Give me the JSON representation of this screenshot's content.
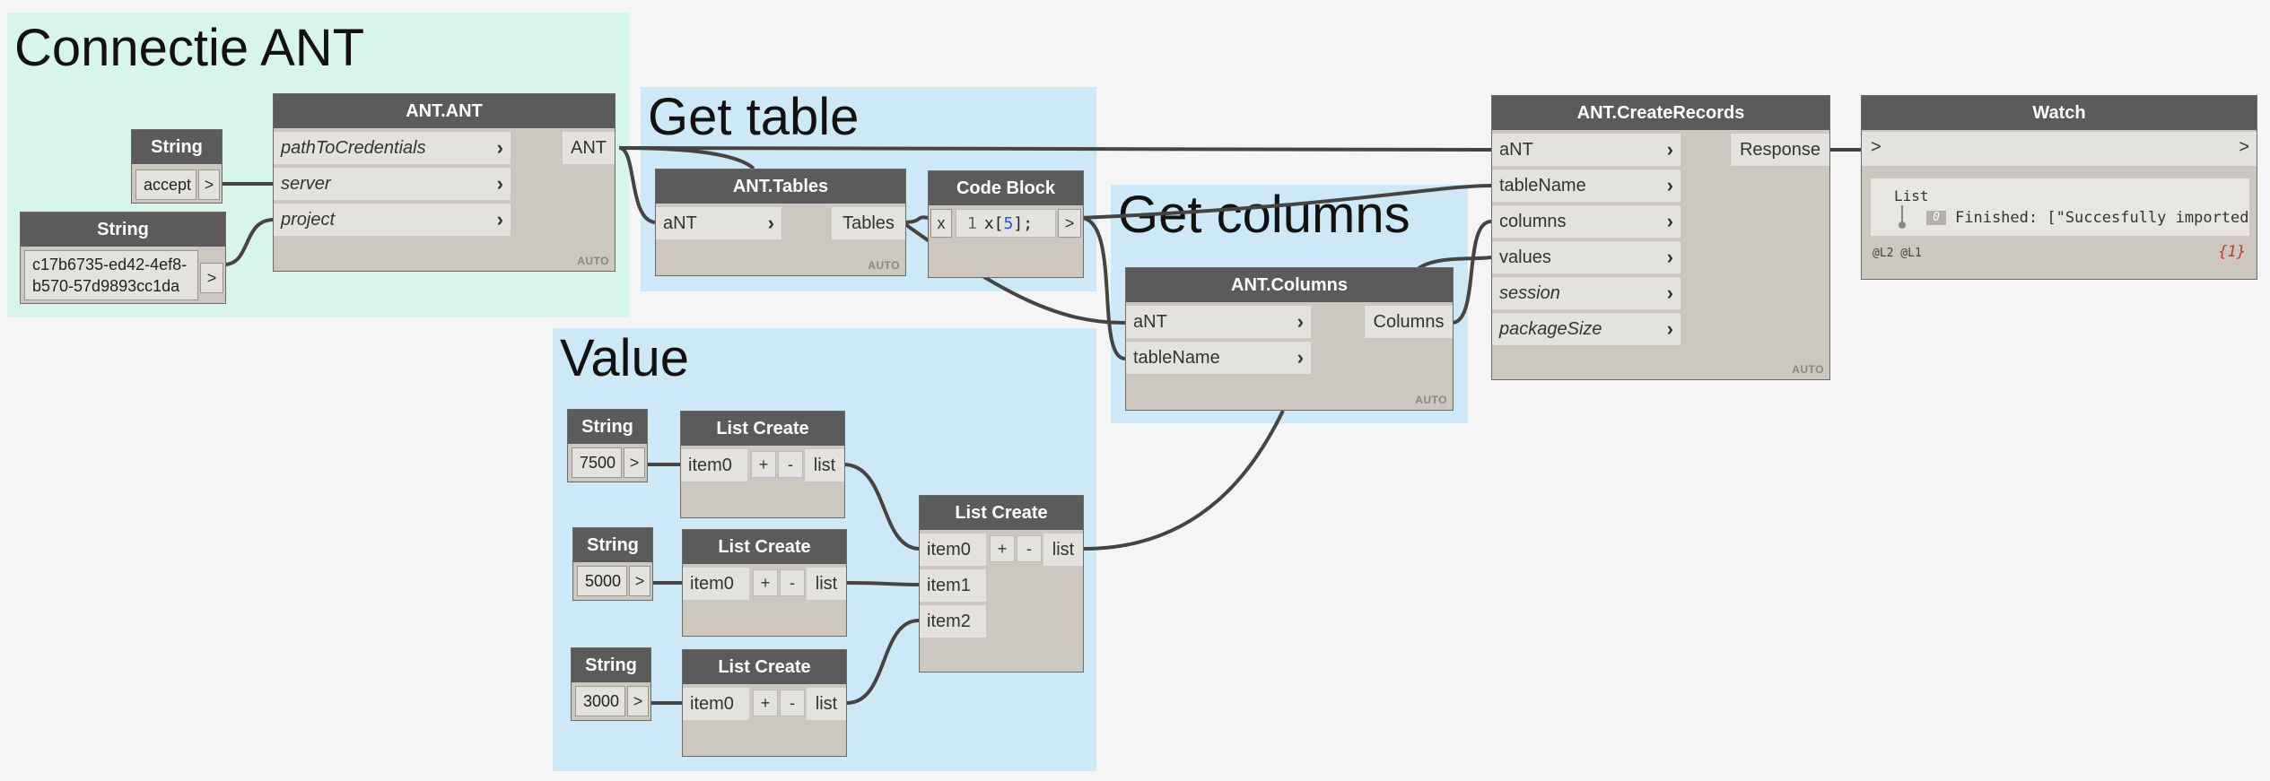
{
  "groups": {
    "connectie": {
      "title": "Connectie ANT",
      "color": "#d8f5eb"
    },
    "get_table": {
      "title": "Get table",
      "color": "#cde9f8"
    },
    "get_columns": {
      "title": "Get columns",
      "color": "#cde9f8"
    },
    "value": {
      "title": "Value",
      "color": "#cde9f8"
    }
  },
  "nodes": {
    "string_accept": {
      "title": "String",
      "value": "accept",
      "out": ">"
    },
    "string_guid": {
      "title": "String",
      "value_line1": "c17b6735-ed42-4ef8-",
      "value_line2": "b570-57d9893cc1da",
      "out": ">"
    },
    "ant_ant": {
      "title": "ANT.ANT",
      "inputs": [
        "pathToCredentials",
        "server",
        "project"
      ],
      "output": "ANT",
      "lacing": "AUTO"
    },
    "ant_tables": {
      "title": "ANT.Tables",
      "inputs": [
        "aNT"
      ],
      "output": "Tables",
      "lacing": "AUTO"
    },
    "code_block": {
      "title": "Code Block",
      "x_label": "x",
      "line_no": "1",
      "code_prefix": "x[",
      "code_index": "5",
      "code_suffix": "];",
      "out": ">"
    },
    "ant_columns": {
      "title": "ANT.Columns",
      "inputs": [
        "aNT",
        "tableName"
      ],
      "output": "Columns",
      "lacing": "AUTO"
    },
    "ant_create": {
      "title": "ANT.CreateRecords",
      "inputs": [
        "aNT",
        "tableName",
        "columns",
        "values",
        "session",
        "packageSize"
      ],
      "output": "Response",
      "lacing": "AUTO"
    },
    "watch": {
      "title": "Watch",
      "in": ">",
      "out": ">",
      "list_label": "List",
      "index": "0",
      "result": "Finished: [\"Succesfully imported",
      "levels": "@L2 @L1",
      "count": "{1}"
    },
    "string_7500": {
      "title": "String",
      "value": "7500",
      "out": ">"
    },
    "string_5000": {
      "title": "String",
      "value": "5000",
      "out": ">"
    },
    "string_3000": {
      "title": "String",
      "value": "3000",
      "out": ">"
    },
    "lc1": {
      "title": "List Create",
      "input": "item0",
      "plus": "+",
      "minus": "-",
      "output": "list"
    },
    "lc2": {
      "title": "List Create",
      "input": "item0",
      "plus": "+",
      "minus": "-",
      "output": "list"
    },
    "lc3": {
      "title": "List Create",
      "input": "item0",
      "plus": "+",
      "minus": "-",
      "output": "list"
    },
    "lc_main": {
      "title": "List Create",
      "inputs": [
        "item0",
        "item1",
        "item2"
      ],
      "plus": "+",
      "minus": "-",
      "output": "list"
    }
  },
  "colors": {
    "wire": "#444444",
    "header": "#5b5b5b",
    "node_body": "#ccc8c0",
    "port": "#e4e2de",
    "code_index": "#2255cc",
    "count": "#cc3333"
  }
}
